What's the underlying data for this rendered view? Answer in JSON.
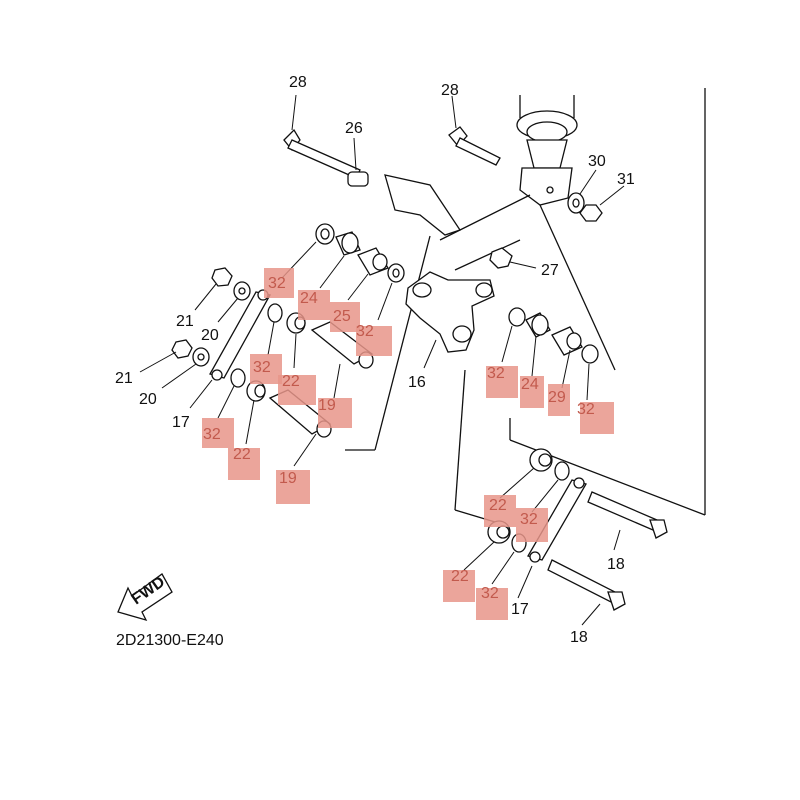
{
  "diagram": {
    "drawing_code": "2D21300-E240",
    "fwd_label": "FWD",
    "top_left_cut_label": "28",
    "part_labels": [
      "28",
      "26",
      "30",
      "31",
      "27",
      "21",
      "20",
      "21",
      "20",
      "17",
      "16",
      "18",
      "17",
      "18"
    ],
    "highlight_color": "#e8958a",
    "highlighted_labels": [
      "32",
      "24",
      "25",
      "32",
      "32",
      "22",
      "19",
      "32",
      "22",
      "19",
      "32",
      "24",
      "29",
      "32",
      "22",
      "32",
      "22",
      "32"
    ]
  }
}
